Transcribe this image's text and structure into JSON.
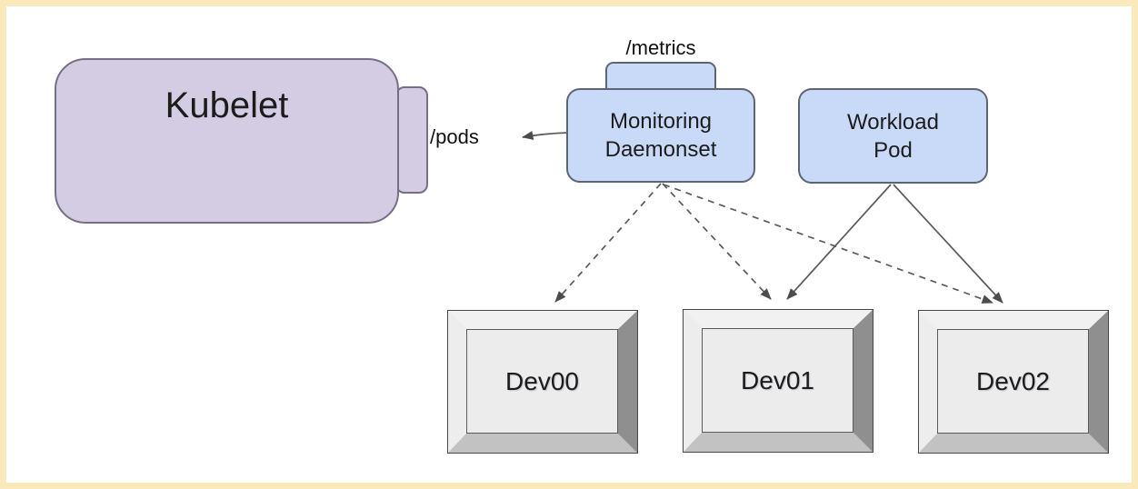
{
  "diagram": {
    "description": "Kubernetes device-monitoring diagram",
    "nodes": {
      "kubelet": {
        "label": "Kubelet",
        "fill": "#d3cce3"
      },
      "pods_endpoint": {
        "label": "/pods"
      },
      "metrics_endpoint": {
        "label": "/metrics"
      },
      "monitoring_daemonset": {
        "lines": [
          "Monitoring",
          "Daemonset"
        ],
        "fill": "#c9daf8"
      },
      "workload_pod": {
        "lines": [
          "Workload",
          "Pod"
        ],
        "fill": "#c9daf8"
      },
      "devices": [
        {
          "label": "Dev00"
        },
        {
          "label": "Dev01"
        },
        {
          "label": "Dev02"
        }
      ]
    },
    "edges": [
      {
        "from": "monitoring_daemonset",
        "to": "pods_endpoint",
        "style": "solid",
        "arrow": true
      },
      {
        "from": "monitoring_daemonset",
        "to": "Dev00",
        "style": "dashed",
        "arrow": true
      },
      {
        "from": "monitoring_daemonset",
        "to": "Dev01",
        "style": "dashed",
        "arrow": true
      },
      {
        "from": "monitoring_daemonset",
        "to": "Dev02",
        "style": "dashed",
        "arrow": true
      },
      {
        "from": "workload_pod",
        "to": "Dev01",
        "style": "solid",
        "arrow": true
      },
      {
        "from": "workload_pod",
        "to": "Dev02",
        "style": "solid",
        "arrow": true
      }
    ],
    "colors": {
      "frame_border": "#f9e9bb",
      "background": "#ffffff",
      "purple_fill": "#d3cce3",
      "purple_border": "#757085",
      "blue_fill": "#c9daf8",
      "blue_border": "#5d6575",
      "device_face": "#ececec",
      "device_bevel_dark": "#8f8f8f",
      "device_bevel_light": "#f1f1f1",
      "edge_line": "#5a5a5a",
      "text": "#1c1c1c"
    }
  }
}
